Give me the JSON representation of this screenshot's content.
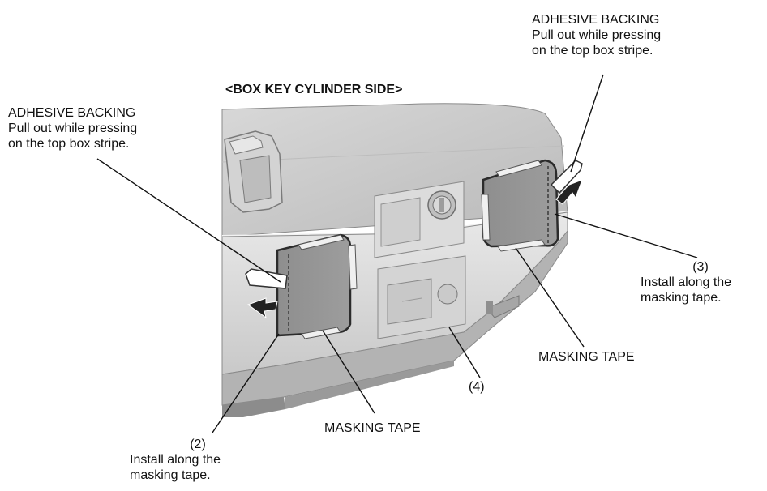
{
  "heading": "<BOX KEY CYLINDER SIDE>",
  "callouts": {
    "backing_left": {
      "title": "ADHESIVE BACKING",
      "line1": "Pull out while pressing",
      "line2": "on the top box stripe."
    },
    "backing_right": {
      "title": "ADHESIVE BACKING",
      "line1": "Pull out while pressing",
      "line2": "on the top box stripe."
    },
    "item2": {
      "number": "(2)",
      "line1": "Install along the",
      "line2": "masking tape."
    },
    "item3": {
      "number": "(3)",
      "line1": "Install along the",
      "line2": "masking tape."
    },
    "item4": {
      "number": "(4)"
    },
    "tape_left": "MASKING TAPE",
    "tape_right": "MASKING TAPE"
  }
}
